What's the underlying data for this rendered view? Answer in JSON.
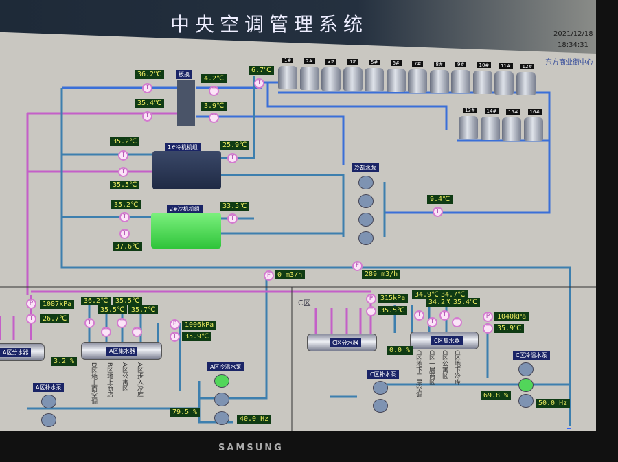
{
  "header": {
    "title": "中央空调管理系统",
    "date": "2021/12/18",
    "time": "18:34:31",
    "site": "东方商业街中心"
  },
  "plant": {
    "plate_hx": {
      "label": "板换",
      "in_temp_hot": "36.2℃",
      "out_temp_hot": "35.4℃",
      "out_temp_cold": "4.2℃",
      "in_temp_cold": "3.9℃"
    },
    "supply_temp": "6.7℃",
    "chiller1": {
      "label": "1#冷机机组",
      "cond_in": "35.2℃",
      "cond_out": "35.5℃",
      "evap": "25.9℃"
    },
    "chiller2": {
      "label": "2#冷机机组",
      "cond_in": "35.2℃",
      "cond_out": "37.6℃",
      "evap": "33.5℃"
    },
    "cooling_pump_label": "冷却水泵",
    "cooling_return_temp": "9.4℃",
    "flow1": "0 m3/h",
    "flow2": "289 m3/h",
    "towers_row1": [
      "1#",
      "2#",
      "3#",
      "4#",
      "5#",
      "6#",
      "7#",
      "8#",
      "9#",
      "10#",
      "11#",
      "12#"
    ],
    "towers_row2": [
      "13#",
      "14#",
      "15#",
      "16#"
    ]
  },
  "zone_a": {
    "supply_pressure": "1087kPa",
    "supply_temp": "26.7℃",
    "branch_temps": [
      "36.2℃",
      "35.5℃",
      "35.5℃",
      "35.7℃"
    ],
    "divider_label": "A区分水器",
    "collector_label": "A区集水器",
    "bypass_valve": "3.2 %",
    "return_pressure": "1006kPa",
    "return_temp": "35.9℃",
    "makeup_pump_label": "A区补水泵",
    "circ_pump_label": "A区冷温水泵",
    "valve": "79.5 %",
    "freq": "40.0 Hz",
    "branches": [
      "D区地上面空调",
      "B区地上商店",
      "A区公寓区",
      "A区步入冷库"
    ]
  },
  "zone_c": {
    "title": "C区",
    "supply_pressure": "315kPa",
    "supply_temp": "35.5℃",
    "branch_temps": [
      "34.9℃",
      "34.2℃",
      "34.7℃",
      "35.4℃"
    ],
    "divider_label": "C区分水器",
    "collector_label": "C区集水器",
    "bypass_valve": "0.0 %",
    "return_pressure": "1040kPa",
    "return_temp": "35.9℃",
    "makeup_pump_label": "C区补水泵",
    "circ_pump_label": "C区冷温水泵",
    "valve": "69.8 %",
    "freq": "50.0 Hz",
    "branches": [
      "C区地下二层空调",
      "C区一层商区",
      "C区公寓区",
      "C区地下冷库"
    ]
  },
  "monitor_brand": "SAMSUNG",
  "colors": {
    "pipe_cold": "#3a6fd8",
    "pipe_hot": "#c45fc8",
    "pipe_water": "#3d7fae",
    "value_bg": "#0f3b14"
  }
}
